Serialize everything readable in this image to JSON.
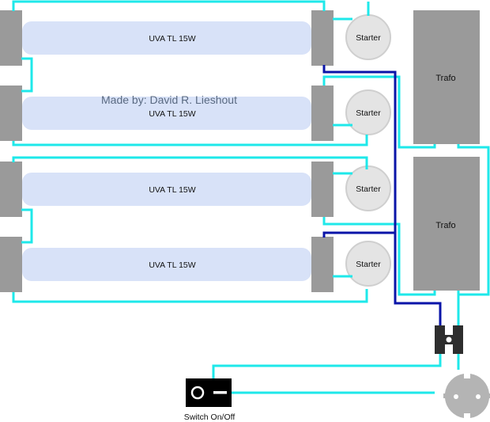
{
  "title": "UVA lamp wiring diagram",
  "watermark": "Made by: David R. Lieshout",
  "colors": {
    "live_wire": "#1ee8ea",
    "neutral_wire": "#0a14a8",
    "lamp_tube": "#d8e2f8",
    "endcap": "#9a9a9a",
    "starter": "#e4e4e4",
    "trafo": "#9a9a9a",
    "connector": "#2e2e2e",
    "switch": "#000000",
    "socket": "#b4b4b4"
  },
  "lamps": [
    {
      "label": "UVA TL 15W",
      "starter_label": "Starter"
    },
    {
      "label": "UVA TL 15W",
      "starter_label": "Starter"
    },
    {
      "label": "UVA TL 15W",
      "starter_label": "Starter"
    },
    {
      "label": "UVA TL 15W",
      "starter_label": "Starter"
    }
  ],
  "trafos": [
    {
      "label": "Trafo"
    },
    {
      "label": "Trafo"
    }
  ],
  "switch": {
    "label": "Switch On/Off"
  }
}
